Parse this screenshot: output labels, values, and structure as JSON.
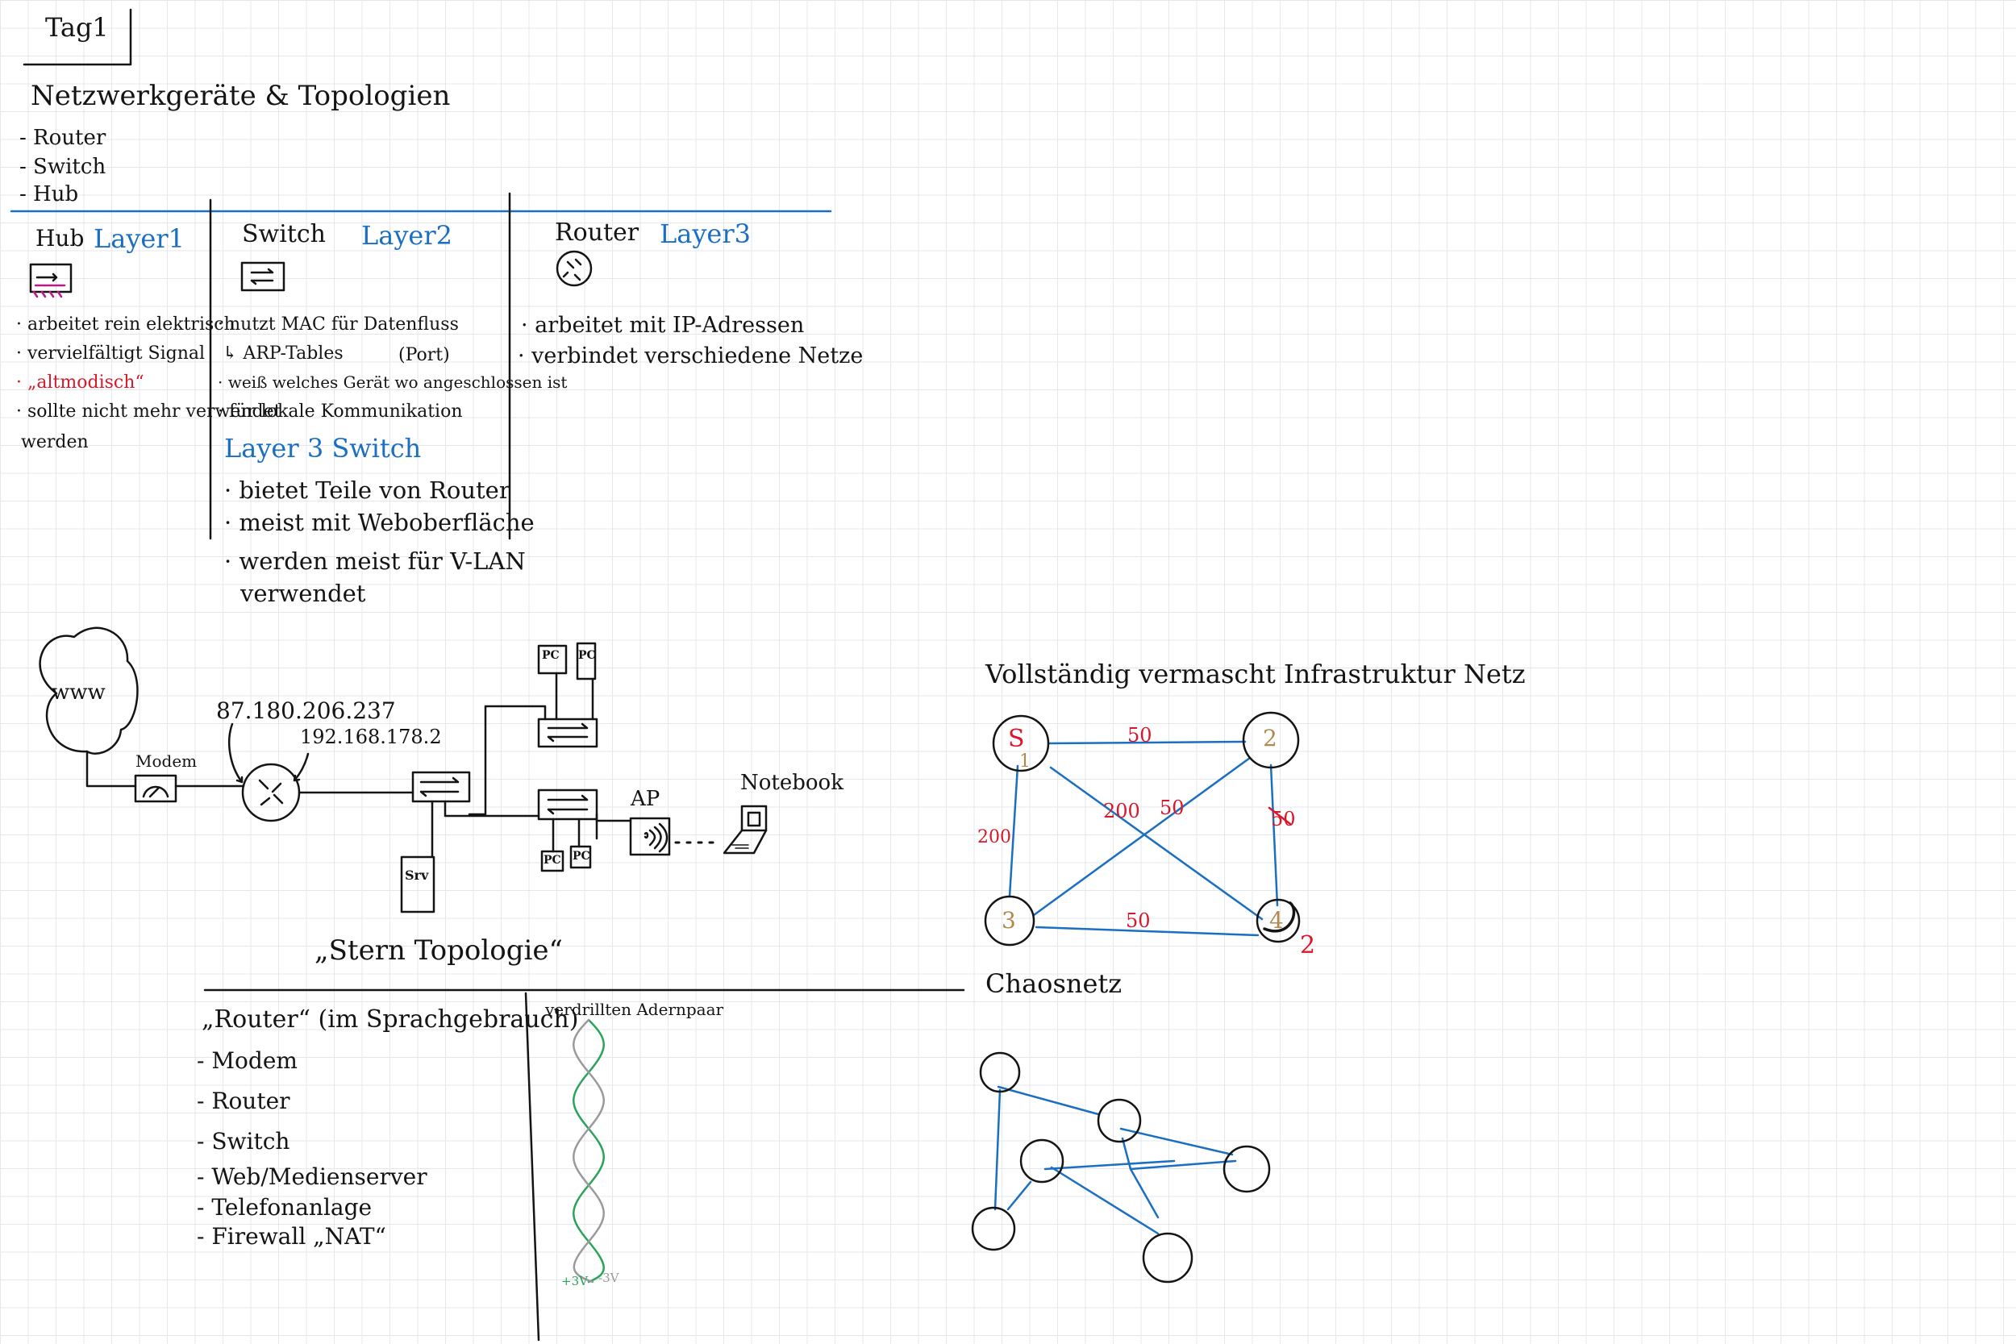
{
  "colors": {
    "ink": "#141414",
    "accent": "#1a6fc2",
    "warn": "#d9182a",
    "gold": "#b08a4c",
    "green": "#2aa35a",
    "gray": "#9a9a9a"
  },
  "tag": "Tag1",
  "main_title": "Netzwerkgeräte & Topologien",
  "device_list": [
    "- Router",
    "- Switch",
    "- Hub"
  ],
  "hub": {
    "name": "Hub",
    "layer": "Layer1",
    "notes": [
      "· arbeitet rein elektrisch",
      "· vervielfältigt Signal",
      "· „altmodisch“",
      "· sollte nicht mehr verwendet",
      "werden"
    ]
  },
  "switch": {
    "name": "Switch",
    "layer": "Layer2",
    "notes": [
      "· nutzt MAC für Datenfluss",
      "↳ ARP-Tables",
      "(Port)",
      "· weiß welches Gerät wo angeschlossen ist",
      "· für lokale Kommunikation"
    ],
    "l3": {
      "title": "Layer 3 Switch",
      "notes": [
        "· bietet Teile von Router",
        "· meist mit Weboberfläche",
        "· werden meist für V-LAN",
        "verwendet"
      ]
    }
  },
  "router": {
    "name": "Router",
    "layer": "Layer3",
    "notes": [
      "· arbeitet mit IP-Adressen",
      "· verbindet verschiedene Netze"
    ]
  },
  "star": {
    "www": "www",
    "modem": "Modem",
    "ip_public": "87.180.206.237",
    "ip_private": "192.168.178.2",
    "pc": "PC",
    "srv": "Srv",
    "ap": "AP",
    "notebook": "Notebook",
    "title": "„Stern Topologie“"
  },
  "mesh": {
    "title": "Vollständig vermascht Infrastruktur Netz",
    "nodes": [
      "S",
      "2",
      "3",
      "4"
    ],
    "node_marks": [
      "1",
      "2"
    ],
    "weights": [
      "50",
      "200",
      "50",
      "200",
      "50",
      "50"
    ]
  },
  "chaos": {
    "title": "Chaosnetz"
  },
  "router_colloquial": {
    "title": "„Router“ (im Sprachgebrauch)",
    "items": [
      "- Modem",
      "- Router",
      "- Switch",
      "- Web/Medienserver",
      "- Telefonanlage",
      "- Firewall „NAT“"
    ]
  },
  "twisted": {
    "title": "verdrillten Adernpaar",
    "plus": "+3V",
    "minus": "-3V"
  }
}
